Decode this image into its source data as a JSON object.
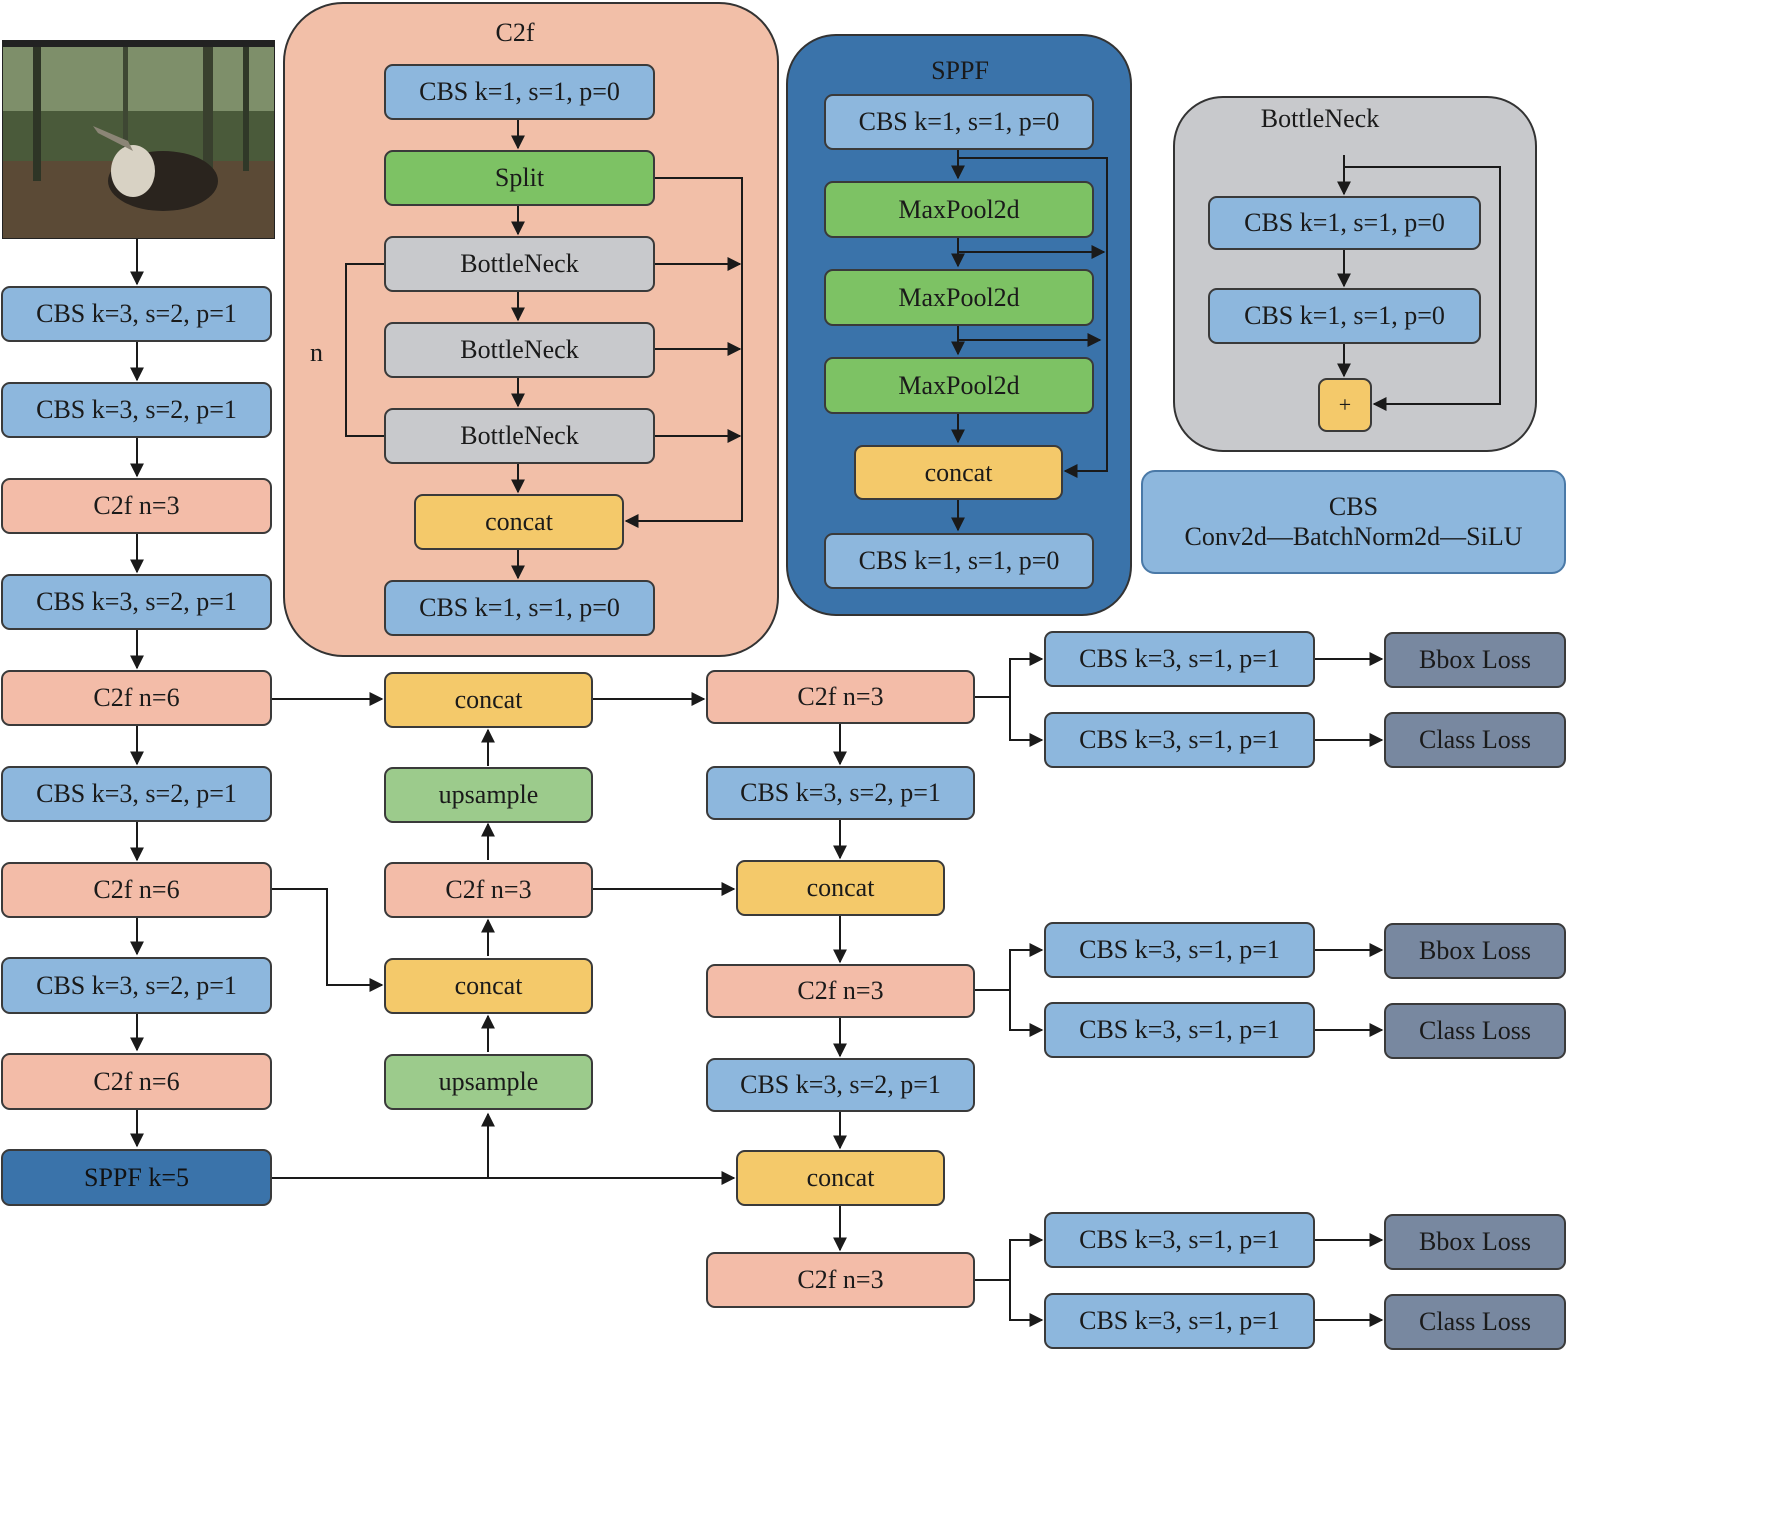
{
  "backbone": {
    "l1": "CBS k=3, s=2, p=1",
    "l2": "CBS k=3, s=2, p=1",
    "l3": "C2f n=3",
    "l4": "CBS k=3, s=2, p=1",
    "l5": "C2f n=6",
    "l6": "CBS k=3, s=2, p=1",
    "l7": "C2f n=6",
    "l8": "CBS k=3, s=2, p=1",
    "l9": "C2f n=6",
    "l10": "SPPF k=5"
  },
  "neck": {
    "concat_top": "concat",
    "upsample_top": "upsample",
    "c2f_mid": "C2f n=3",
    "concat_mid": "concat",
    "upsample_bottom": "upsample"
  },
  "head": {
    "c2f_a": "C2f n=3",
    "cbs_a": "CBS k=3, s=2, p=1",
    "concat_a": "concat",
    "c2f_b": "C2f n=3",
    "cbs_b": "CBS k=3, s=2, p=1",
    "concat_b": "concat",
    "c2f_c": "C2f n=3",
    "det1_cbs_top": "CBS k=3, s=1, p=1",
    "det1_cbs_bot": "CBS k=3, s=1, p=1",
    "det1_bbox": "Bbox Loss",
    "det1_class": "Class Loss",
    "det2_cbs_top": "CBS k=3, s=1, p=1",
    "det2_cbs_bot": "CBS k=3, s=1, p=1",
    "det2_bbox": "Bbox Loss",
    "det2_class": "Class Loss",
    "det3_cbs_top": "CBS k=3, s=1, p=1",
    "det3_cbs_bot": "CBS k=3, s=1, p=1",
    "det3_bbox": "Bbox Loss",
    "det3_class": "Class Loss"
  },
  "c2f_module": {
    "title": "C2f",
    "cbs_in": "CBS k=1, s=1, p=0",
    "split": "Split",
    "bottleneck_1": "BottleNeck",
    "bottleneck_2": "BottleNeck",
    "bottleneck_3": "BottleNeck",
    "n_label": "n",
    "concat": "concat",
    "cbs_out": "CBS k=1, s=1, p=0"
  },
  "sppf_module": {
    "title": "SPPF",
    "cbs_in": "CBS k=1, s=1, p=0",
    "maxpool_1": "MaxPool2d",
    "maxpool_2": "MaxPool2d",
    "maxpool_3": "MaxPool2d",
    "concat": "concat",
    "cbs_out": "CBS k=1, s=1, p=0"
  },
  "bottleneck_module": {
    "title": "BottleNeck",
    "cbs_1": "CBS k=1, s=1, p=0",
    "cbs_2": "CBS k=1, s=1, p=0",
    "add": "+"
  },
  "cbs_legend": {
    "title": "CBS",
    "definition": "Conv2d—BatchNorm2d—SiLU"
  },
  "colors": {
    "cbs": "#8db7dd",
    "c2f": "#f3bca8",
    "maxpool_split": "#7dc264",
    "upsample": "#9ccb8c",
    "bottleneck": "#c8c9cc",
    "concat": "#f4c96a",
    "sppf": "#3a73aa",
    "loss": "#7888a0"
  }
}
